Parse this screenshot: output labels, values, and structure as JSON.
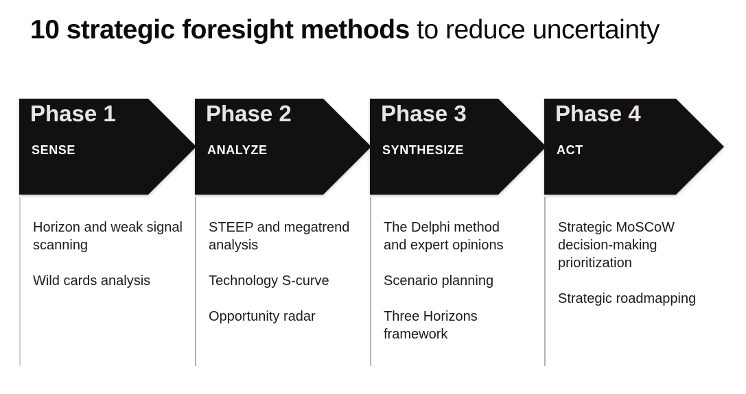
{
  "title": {
    "bold": "10 strategic foresight methods",
    "regular": " to reduce uncertainty"
  },
  "phases": [
    {
      "heading": "Phase 1",
      "subtitle": "SENSE",
      "methods": [
        "Horizon and weak signal\nscanning",
        "Wild cards analysis"
      ]
    },
    {
      "heading": "Phase 2",
      "subtitle": "ANALYZE",
      "methods": [
        "STEEP and megatrend\nanalysis",
        "Technology S-curve",
        "Opportunity radar"
      ]
    },
    {
      "heading": "Phase 3",
      "subtitle": "SYNTHESIZE",
      "methods": [
        "The Delphi method\nand expert opinions",
        "Scenario planning",
        "Three Horizons\nframework"
      ]
    },
    {
      "heading": "Phase 4",
      "subtitle": "ACT",
      "methods": [
        "Strategic MoSCoW\ndecision-making\nprioritization",
        "Strategic roadmapping"
      ]
    }
  ],
  "colors": {
    "background": "#ffffff",
    "arrow_fill": "#131110",
    "phase_heading_text": "#e8e6e2",
    "phase_subtitle_text": "#ffffff",
    "body_text": "#1b1b1b",
    "divider_line": "#b3b3b3"
  }
}
